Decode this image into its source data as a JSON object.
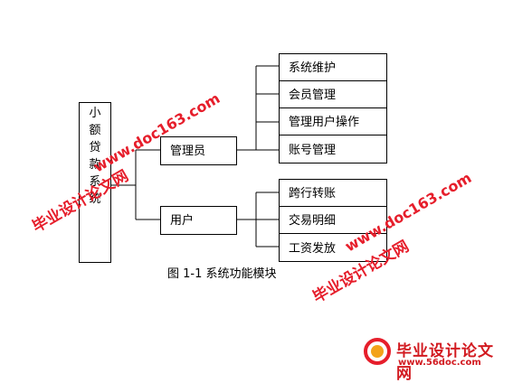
{
  "diagram": {
    "root": [
      "小",
      "额",
      "贷",
      "款",
      "系",
      "统"
    ],
    "branches": [
      {
        "label": "管理员",
        "children": [
          "系统维护",
          "会员管理",
          "管理用户操作",
          "账号管理"
        ]
      },
      {
        "label": "用户",
        "children": [
          "跨行转账",
          "交易明细",
          "工资发放"
        ]
      }
    ],
    "caption": "图 1-1  系统功能模块"
  },
  "watermarks": {
    "url": "www.doc163.com",
    "brand": "毕业设计论文网",
    "logo_title": "毕业设计论文网",
    "logo_url": "www.56doc.com"
  },
  "colors": {
    "watermark": "#e61e2b",
    "line": "#000000"
  }
}
